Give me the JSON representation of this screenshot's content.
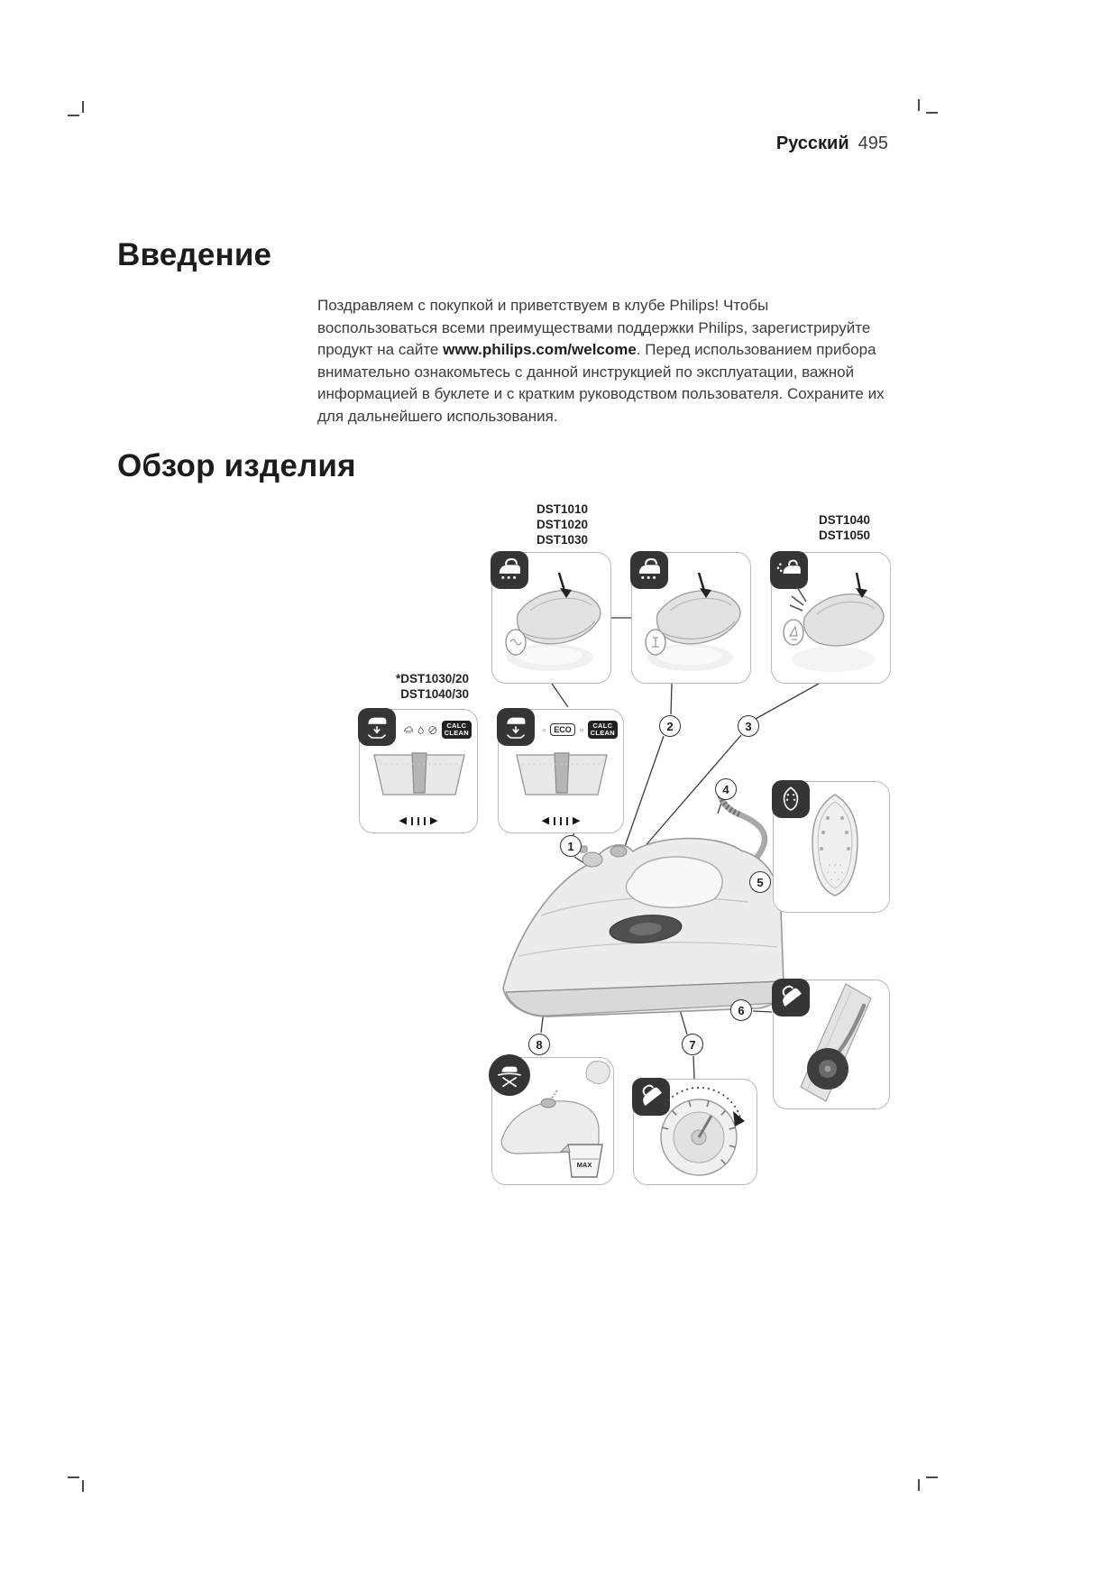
{
  "header": {
    "language": "Русский",
    "page_number": "495"
  },
  "intro": {
    "title": "Введение",
    "text_before": "Поздравляем с покупкой и приветствуем в клубе Philips! Чтобы воспользоваться всеми преимуществами поддержки Philips, зарегистрируйте продукт на сайте ",
    "link": "www.philips.com/welcome",
    "text_after": ". Перед использованием прибора внимательно ознакомьтесь с данной инструкцией по эксплуатации, важной информацией в буклете и с кратким руководством пользователя. Сохраните их для дальнейшего использования."
  },
  "overview": {
    "title": "Обзор изделия",
    "labels": {
      "group1": [
        "DST1010",
        "DST1020",
        "DST1030"
      ],
      "group2": [
        "DST1040",
        "DST1050"
      ],
      "group3": [
        "*DST1030/20",
        "DST1040/30"
      ]
    },
    "numbers": [
      "1",
      "2",
      "3",
      "4",
      "5",
      "6",
      "7",
      "8"
    ],
    "badges": {
      "calc_line1": "CALC",
      "calc_line2": "CLEAN",
      "eco": "ECO",
      "max": "MAX"
    },
    "icons": {
      "arrow_left": "◀",
      "arrow_right": "▶"
    }
  }
}
